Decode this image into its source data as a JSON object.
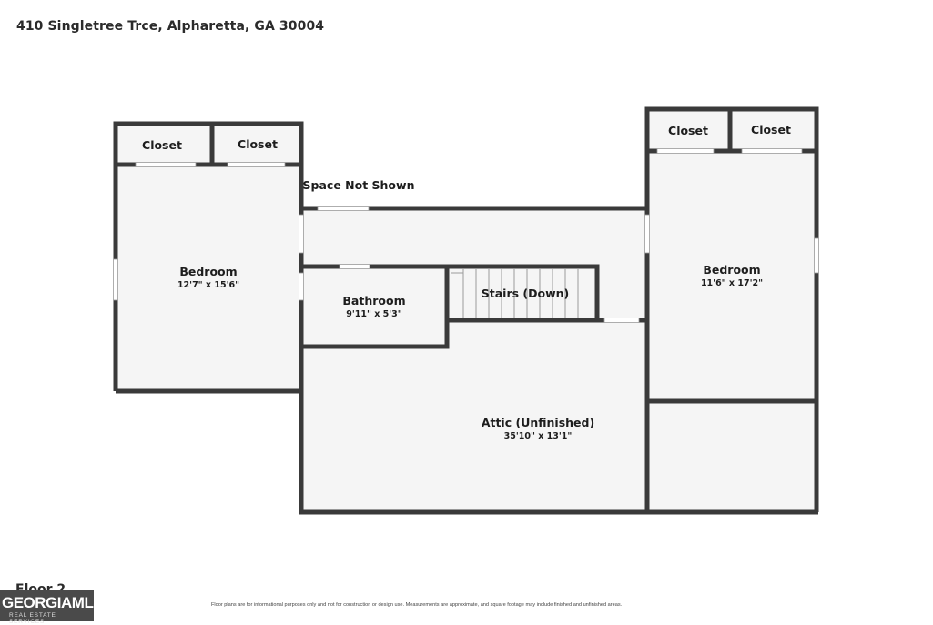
{
  "address": "410 Singletree Trce, Alpharetta, GA 30004",
  "floor_label": "Floor 2",
  "rooms": {
    "closet_1": {
      "name": "Closet"
    },
    "closet_2": {
      "name": "Closet"
    },
    "closet_3": {
      "name": "Closet"
    },
    "closet_4": {
      "name": "Closet"
    },
    "bedroom_left": {
      "name": "Bedroom",
      "dims": "12'7\" x 15'6\""
    },
    "bedroom_right": {
      "name": "Bedroom",
      "dims": "11'6\" x 17'2\""
    },
    "bathroom": {
      "name": "Bathroom",
      "dims": "9'11\" x 5'3\""
    },
    "stairs": {
      "name": "Stairs (Down)"
    },
    "attic": {
      "name": "Attic (Unfinished)",
      "dims": "35'10\" x 13'1\""
    },
    "space_not_shown": {
      "name": "Space Not Shown"
    }
  },
  "logo": {
    "line1": "GEORGIAMLS",
    "line2": "REAL ESTATE SERVICES"
  },
  "disclaimer": "Floor plans are for informational purposes only and not for construction or design use. Measurements are approximate, and square footage may include finished and unfinished areas.",
  "colors": {
    "wall": "#3a3a3a",
    "floor": "#f5f5f5",
    "opening": "#ffffff"
  }
}
